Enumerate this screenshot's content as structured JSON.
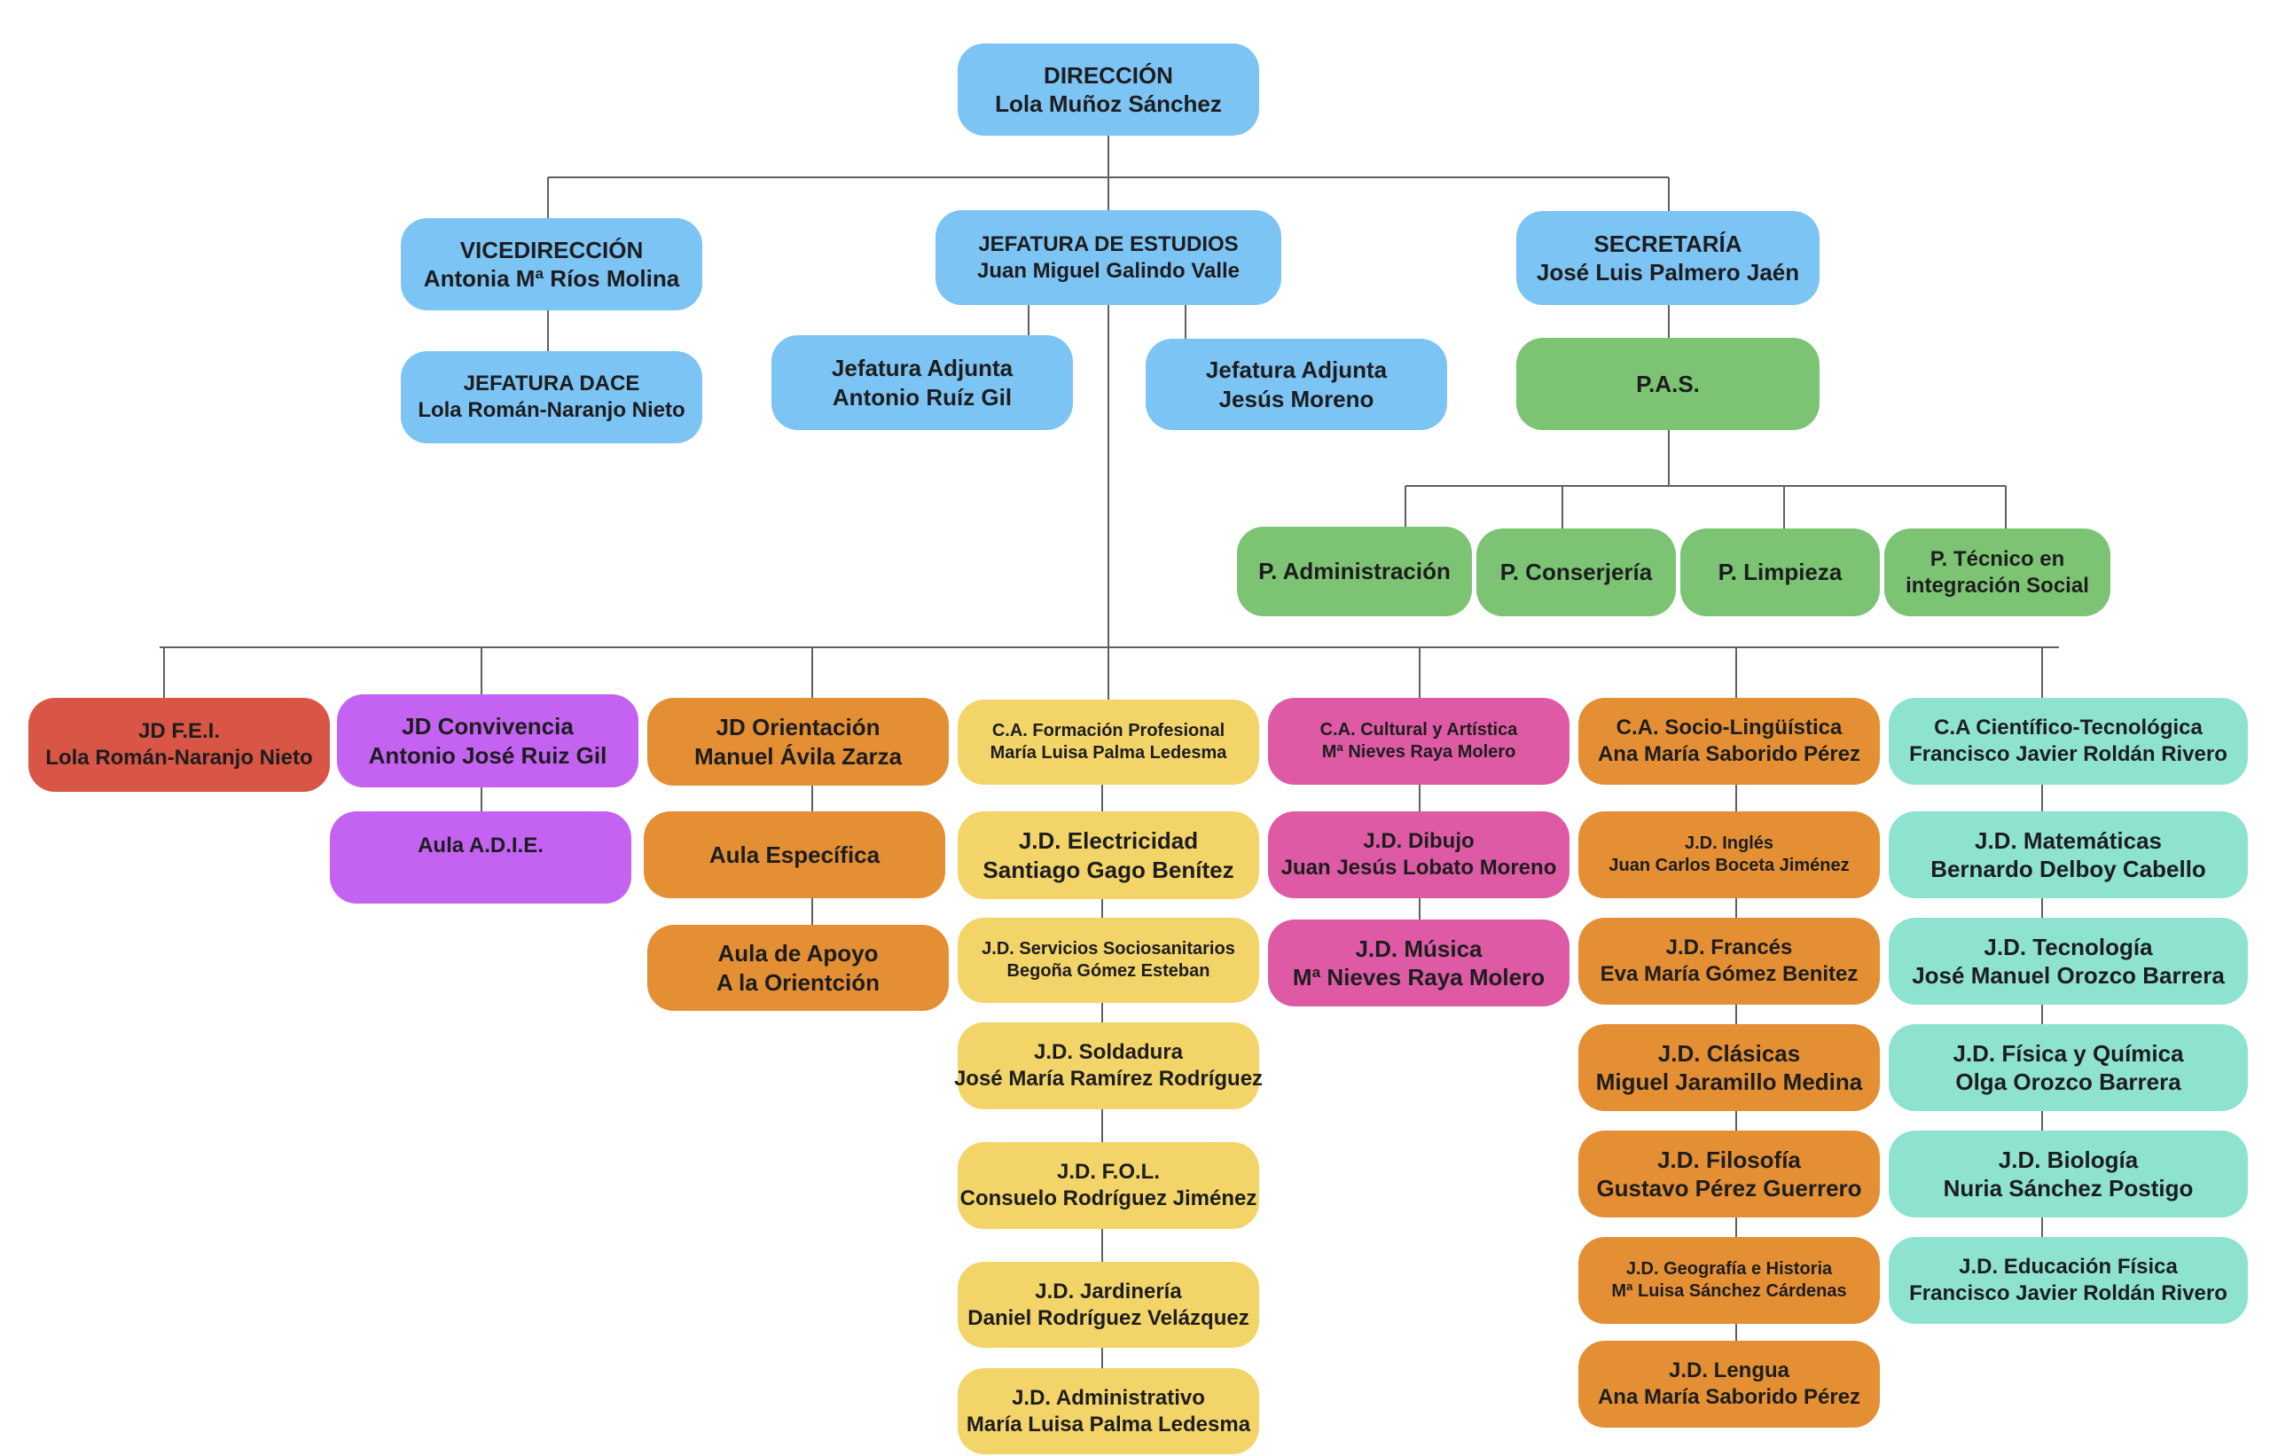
{
  "colors": {
    "blue": "#7cc4f4",
    "green": "#7cc473",
    "red": "#d95545",
    "purple": "#c462f2",
    "orange": "#e48f34",
    "yellow": "#f2d468",
    "pink": "#de5aa4",
    "teal": "#8ee3d0",
    "line": "#5f5f5f"
  },
  "nodes": {
    "direccion": [
      "DIRECCIÓN",
      "Lola Muñoz Sánchez"
    ],
    "vicedireccion": [
      "VICEDIRECCIÓN",
      "Antonia Mª Ríos Molina"
    ],
    "jefatura_estudios": [
      "JEFATURA DE ESTUDIOS",
      "Juan Miguel Galindo Valle"
    ],
    "secretaria": [
      "SECRETARÍA",
      "José Luis Palmero Jaén"
    ],
    "jefatura_dace": [
      "JEFATURA DACE",
      "Lola Román-Naranjo Nieto"
    ],
    "adjunta_1": [
      "Jefatura Adjunta",
      "Antonio Ruíz Gil"
    ],
    "adjunta_2": [
      "Jefatura Adjunta",
      "Jesús Moreno"
    ],
    "pas": [
      "P.A.S."
    ],
    "p_admin": [
      "P. Administración"
    ],
    "p_conserjeria": [
      "P. Conserjería"
    ],
    "p_limpieza": [
      "P. Limpieza"
    ],
    "p_tecnico": [
      "P. Técnico en",
      "integración Social"
    ],
    "jd_fei": [
      "JD F.E.I.",
      "Lola Román-Naranjo Nieto"
    ],
    "jd_convivencia": [
      "JD Convivencia",
      "Antonio José Ruiz Gil"
    ],
    "aula_adie": [
      "Aula A.D.I.E."
    ],
    "jd_orientacion": [
      "JD Orientación",
      "Manuel Ávila Zarza"
    ],
    "aula_especifica": [
      "Aula Específica"
    ],
    "aula_apoyo": [
      "Aula de Apoyo",
      "A la Orientción"
    ],
    "ca_fp": [
      "C.A. Formación Profesional",
      "María Luisa Palma Ledesma"
    ],
    "jd_electricidad": [
      "J.D. Electricidad",
      "Santiago Gago Benítez"
    ],
    "jd_sociosanitarios": [
      "J.D. Servicios Sociosanitarios",
      "Begoña Gómez Esteban"
    ],
    "jd_soldadura": [
      "J.D. Soldadura",
      "José María Ramírez Rodríguez"
    ],
    "jd_fol": [
      "J.D. F.O.L.",
      "Consuelo Rodríguez Jiménez"
    ],
    "jd_jardineria": [
      "J.D. Jardinería",
      "Daniel Rodríguez Velázquez"
    ],
    "jd_administrativo": [
      "J.D. Administrativo",
      "María Luisa Palma Ledesma"
    ],
    "ca_cultural": [
      "C.A. Cultural y Artística",
      "Mª Nieves Raya Molero"
    ],
    "jd_dibujo": [
      "J.D. Dibujo",
      "Juan Jesús Lobato Moreno"
    ],
    "jd_musica": [
      "J.D. Música",
      "Mª Nieves Raya Molero"
    ],
    "ca_socio": [
      "C.A. Socio-Lingüística",
      "Ana María Saborido Pérez"
    ],
    "jd_ingles": [
      "J.D. Inglés",
      "Juan Carlos Boceta Jiménez"
    ],
    "jd_frances": [
      "J.D. Francés",
      "Eva María Gómez Benitez"
    ],
    "jd_clasicas": [
      "J.D. Clásicas",
      "Miguel Jaramillo Medina"
    ],
    "jd_filosofia": [
      "J.D. Filosofía",
      "Gustavo Pérez Guerrero"
    ],
    "jd_geografia": [
      "J.D. Geografía e Historia",
      "Mª Luisa Sánchez Cárdenas"
    ],
    "jd_lengua": [
      "J.D. Lengua",
      "Ana María Saborido Pérez"
    ],
    "ca_cientifico": [
      "C.A Científico-Tecnológica",
      "Francisco Javier Roldán Rivero"
    ],
    "jd_matematicas": [
      "J.D. Matemáticas",
      "Bernardo Delboy Cabello"
    ],
    "jd_tecnologia": [
      "J.D. Tecnología",
      "José Manuel Orozco Barrera"
    ],
    "jd_fisica": [
      "J.D. Física y Química",
      "Olga Orozco Barrera"
    ],
    "jd_biologia": [
      "J.D. Biología",
      "Nuria Sánchez Postigo"
    ],
    "jd_educacion_fisica": [
      "J.D. Educación Física",
      "Francisco Javier Roldán Rivero"
    ]
  }
}
